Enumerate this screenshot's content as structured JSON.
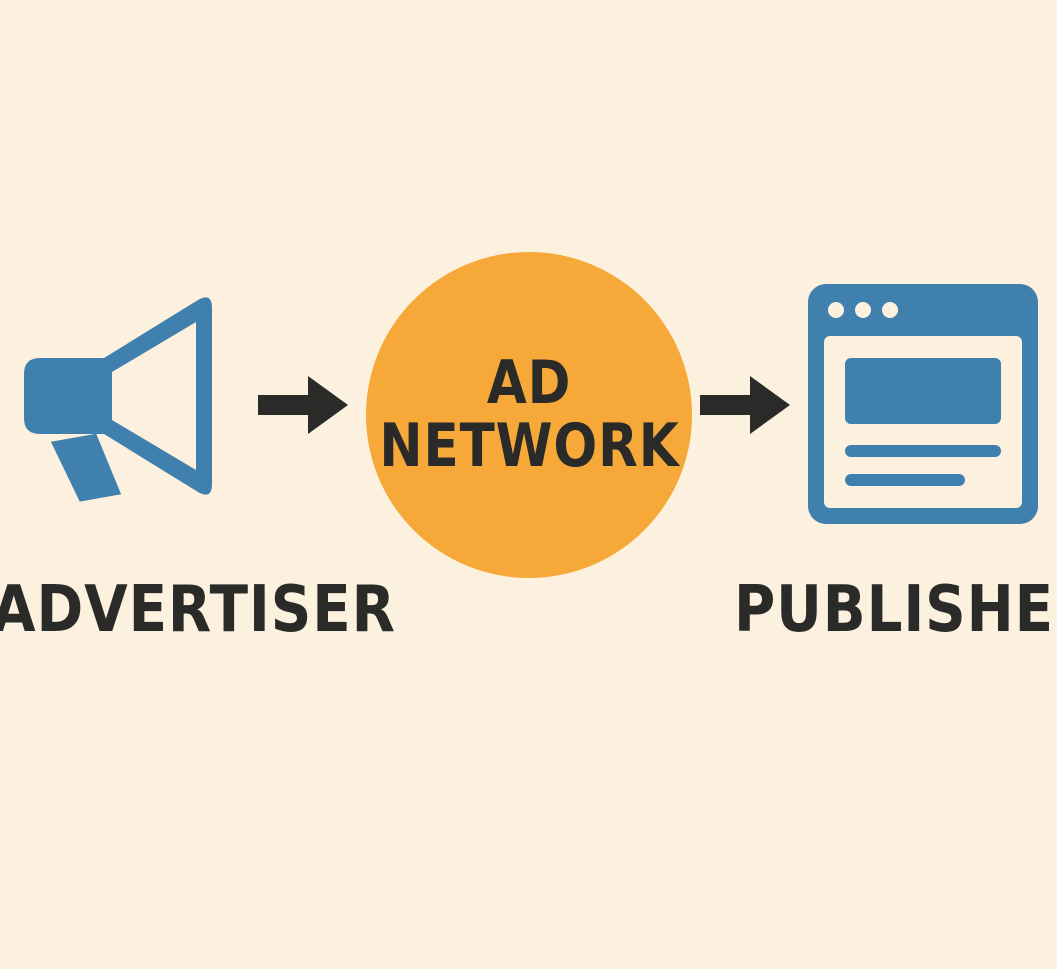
{
  "colors": {
    "background": "#fcf1de",
    "icon_blue": "#3f80ae",
    "circle_orange": "#f6a939",
    "text_dark": "#2a2a28",
    "arrow_dark": "#2a2a28",
    "browser_inner": "#fcf1de"
  },
  "nodes": {
    "advertiser": {
      "label": "ADVERTISER",
      "icon": "megaphone-icon"
    },
    "ad_network": {
      "line1": "AD",
      "line2": "NETWORK"
    },
    "publisher": {
      "label": "PUBLISHER",
      "icon": "browser-window-icon"
    }
  },
  "edges": [
    {
      "from": "advertiser",
      "to": "ad_network",
      "icon": "arrow-right-icon"
    },
    {
      "from": "ad_network",
      "to": "publisher",
      "icon": "arrow-right-icon"
    }
  ]
}
